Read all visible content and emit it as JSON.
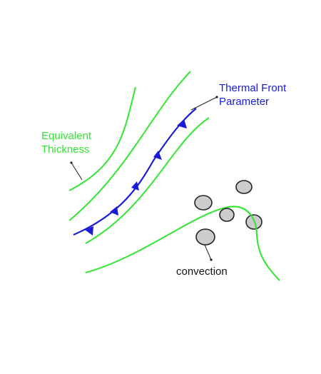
{
  "labels": {
    "equivalent_thickness": [
      "Equivalent",
      "Thickness"
    ],
    "thermal_front_parameter": [
      "Thermal Front",
      "Parameter"
    ],
    "convection": "convection"
  },
  "colors": {
    "thickness_contours": "#33e633",
    "front": "#1a1ad9",
    "convection_fill": "#cccccc",
    "convection_stroke": "#222222",
    "pointer": "#222222",
    "background": "#ffffff"
  }
}
